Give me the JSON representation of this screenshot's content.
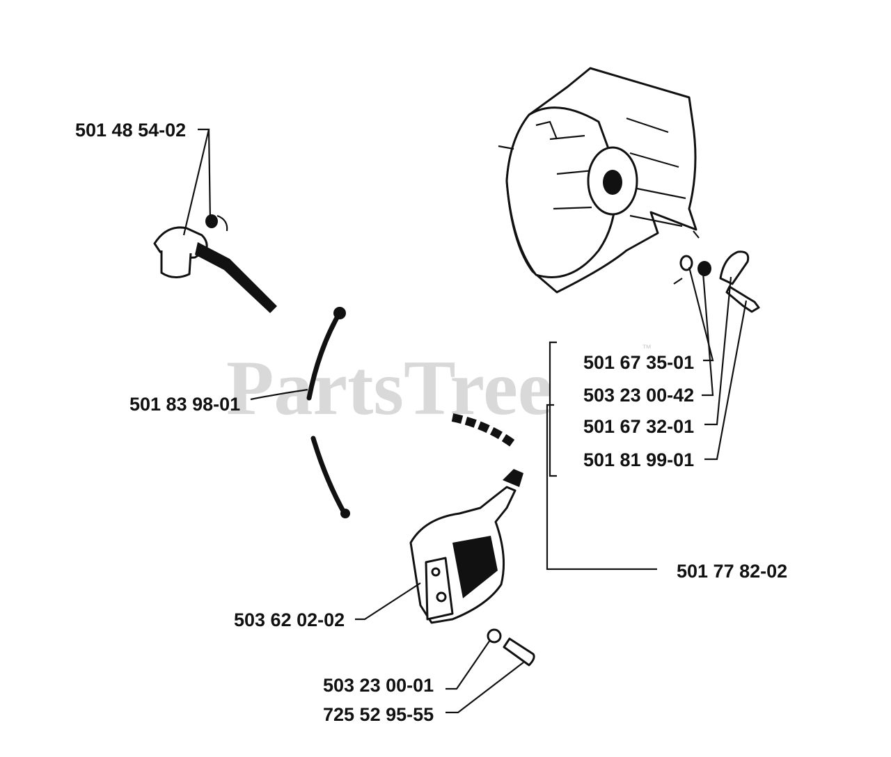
{
  "watermark": {
    "text": "PartsTree",
    "trademark": "™"
  },
  "parts": [
    {
      "id": "spark-plug-boot",
      "part_number": "501 48 54-02"
    },
    {
      "id": "ignition-lead",
      "part_number": "501 83 98-01"
    },
    {
      "id": "washer-a",
      "part_number": "501 67 35-01"
    },
    {
      "id": "washer-b",
      "part_number": "503 23 00-42"
    },
    {
      "id": "washer-c",
      "part_number": "501 67 32-01"
    },
    {
      "id": "flywheel-screw",
      "part_number": "501 81 99-01"
    },
    {
      "id": "flywheel-kit",
      "part_number": "501 77 82-02"
    },
    {
      "id": "ignition-module",
      "part_number": "503 62 02-02"
    },
    {
      "id": "module-washer",
      "part_number": "503 23 00-01"
    },
    {
      "id": "module-screw",
      "part_number": "725 52 95-55"
    }
  ]
}
